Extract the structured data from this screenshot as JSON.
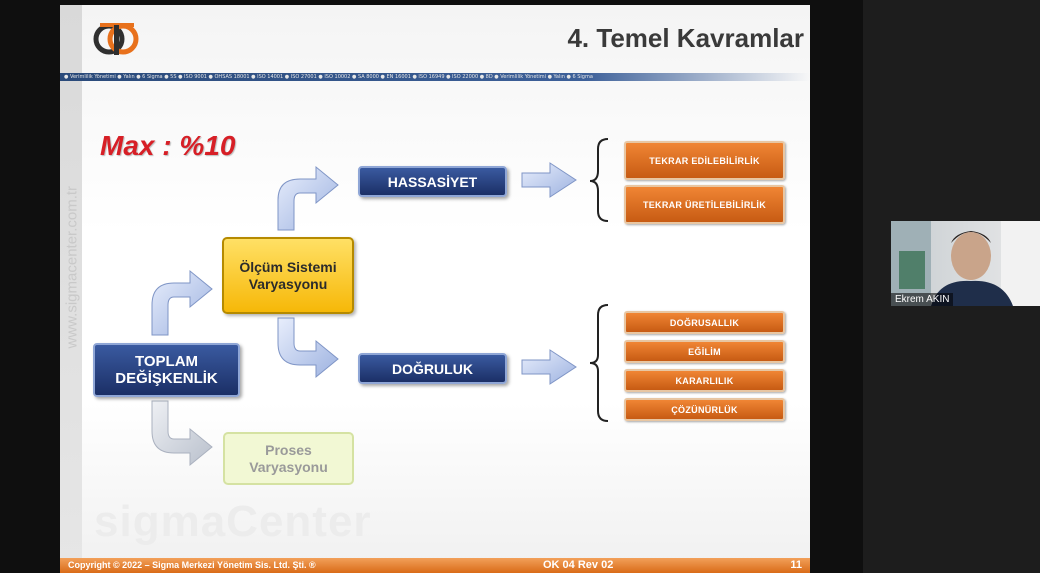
{
  "slide": {
    "title": "4. Temel Kavramlar",
    "ticker_text": "● Verimlilik Yönetimi ● Yalın ● 6 Sigma ● 5S ● ISO 9001 ● OHSAS 18001 ● ISO 14001 ● ISO 27001 ● ISO 10002 ● SA 8000 ● EN 16001 ● ISO 16949 ● ISO 22000 ● 8D ● Verimlilik Yönetimi ● Yalın ● 6 Sigma",
    "vertical_watermark": "www.sigmacenter.com.tr",
    "bottom_watermark": "sigmaCenter",
    "max_label": "Max : %10",
    "boxes": {
      "toplam": "TOPLAM DEĞİŞKENLİK",
      "olcum": "Ölçüm Sistemi Varyasyonu",
      "proses": "Proses Varyasyonu",
      "hassasiyet": "HASSASİYET",
      "dogruluk": "DOĞRULUK"
    },
    "hassasiyet_items": [
      "TEKRAR EDİLEBİLİRLİK",
      "TEKRAR ÜRETİLEBİLİRLİK"
    ],
    "dogruluk_items": [
      "DOĞRUSALLIK",
      "EĞİLİM",
      "KARARLILIK",
      "ÇÖZÜNÜRLÜK"
    ],
    "footer": {
      "copyright": "Copyright © 2022 – Sigma Merkezi Yönetim Sis. Ltd. Şti. ®",
      "revision": "OK 04 Rev 02",
      "page": "11"
    }
  },
  "video": {
    "participant_name": "Ekrem AKIN"
  },
  "colors": {
    "navy": "#1b2f66",
    "orange": "#e0701f",
    "yellow": "#f6b808",
    "red": "#d71f26"
  }
}
